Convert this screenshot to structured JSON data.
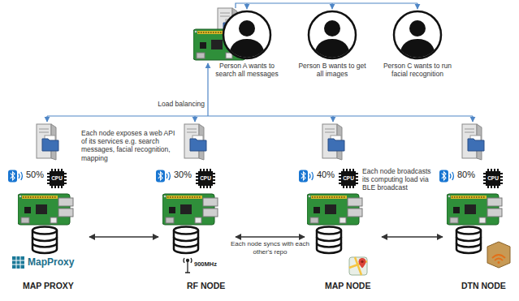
{
  "diagram": {
    "nodes": [
      {
        "text": [
          "Person A wants to search all messages"
        ]
      },
      {
        "text": [
          "Person B wants to get all images"
        ]
      },
      {
        "text": [
          "Person C wants to run facial recognition"
        ]
      },
      {
        "text": [
          "50%",
          "CPU",
          "MapProxy",
          "MAP PROXY"
        ]
      },
      {
        "text": [
          "30%",
          "CPU",
          "900MHz",
          "RF NODE"
        ]
      },
      {
        "text": [
          "40%",
          "CPU",
          "MAP NODE"
        ]
      },
      {
        "text": [
          "80%",
          "CPU",
          "DTN NODE"
        ]
      }
    ],
    "edges": [
      {
        "from": 3,
        "to": 4,
        "arrow": "both"
      },
      {
        "from": 4,
        "to": 5,
        "arrow": "both",
        "label": "Each node syncs with each other's repo"
      },
      {
        "from": 5,
        "to": 6,
        "arrow": "both"
      }
    ],
    "labels": [
      "Load balancing",
      "Each node exposes a web API of its services e.g. search messages, facial recognition, mapping",
      "Each node broadcasts its computing load via BLE broadcast"
    ]
  }
}
